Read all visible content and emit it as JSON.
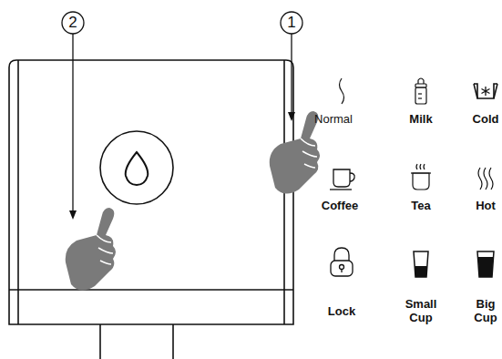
{
  "diagram": {
    "labels": [
      "2",
      "1",
      "Normal",
      "Milk",
      "Cold",
      "Coffee",
      "Tea",
      "Hot",
      "Lock",
      "Small Cup",
      "Big Cup"
    ]
  }
}
